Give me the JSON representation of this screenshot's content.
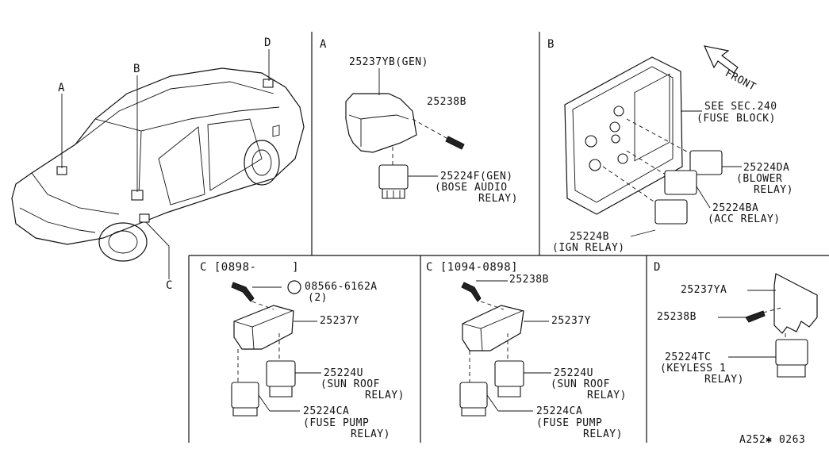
{
  "panels": {
    "car": {
      "callouts": [
        "A",
        "B",
        "C",
        "D"
      ]
    },
    "a": {
      "title": "A",
      "labels": {
        "bracket": "25237YB(GEN)",
        "bolt": "25238B",
        "relay_code": "25224F(GEN)",
        "relay_name1": "(BOSE AUDIO",
        "relay_name2": "RELAY)"
      }
    },
    "b": {
      "title": "B",
      "front": "FRONT",
      "labels": {
        "see_sec": "SEE SEC.240",
        "fuse_block": "(FUSE BLOCK)",
        "da_code": "25224DA",
        "da_name1": "(BLOWER",
        "da_name2": "RELAY)",
        "ba_code": "25224BA",
        "ba_name": "(ACC RELAY)",
        "b_code": "25224B",
        "b_name": "(IGN RELAY)"
      }
    },
    "c1": {
      "title": "C [0898-     ]",
      "labels": {
        "screw_code": "08566-6162A",
        "screw_qty": "(2)",
        "bracket": "25237Y",
        "u_code": "25224U",
        "u_name1": "(SUN ROOF",
        "u_name2": "RELAY)",
        "ca_code": "25224CA",
        "ca_name1": "(FUSE PUMP",
        "ca_name2": "RELAY)"
      }
    },
    "c2": {
      "title": "C [1094-0898]",
      "labels": {
        "bolt": "25238B",
        "bracket": "25237Y",
        "u_code": "25224U",
        "u_name1": "(SUN ROOF",
        "u_name2": "RELAY)",
        "ca_code": "25224CA",
        "ca_name1": "(FUSE PUMP",
        "ca_name2": "RELAY)"
      }
    },
    "d": {
      "title": "D",
      "labels": {
        "bracket": "25237YA",
        "bolt": "25238B",
        "tc_code": "25224TC",
        "tc_name1": "(KEYLESS 1",
        "tc_name2": "RELAY)"
      }
    }
  },
  "footer": {
    "ref": "A252✱ 0263"
  }
}
